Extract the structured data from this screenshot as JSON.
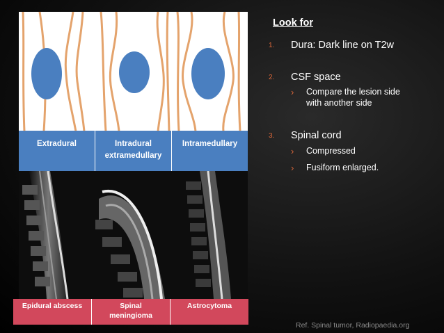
{
  "diagram": {
    "labels": [
      "Extradural",
      "Intradural\nextramedullary",
      "Intramedullary"
    ],
    "label_colors": {
      "background": "#4a7fc0",
      "text": "#ffffff"
    },
    "colors": {
      "lesion": "#4a7fc0",
      "dura_line": "#e4a36c",
      "cord_fill": "#ffffff"
    }
  },
  "mri": {
    "labels": [
      "Epidural abscess",
      "Spinal\nmeningioma",
      "Astrocytoma"
    ],
    "label_colors": {
      "background": "#d2485c",
      "text": "#ffffff"
    }
  },
  "lookfor": {
    "heading": "Look for",
    "items": [
      {
        "num": "1.",
        "text": "Dura: Dark line on T2w"
      },
      {
        "num": "2.",
        "text": "CSF space",
        "sub": [
          "Compare the lesion side with another side"
        ]
      },
      {
        "num": "3.",
        "text": "Spinal cord",
        "sub": [
          "Compressed",
          "Fusiform enlarged."
        ]
      }
    ],
    "bullet": "›",
    "accent": "#d9673a"
  },
  "reference": "Ref. Spinal tumor, Radiopaedia.org"
}
